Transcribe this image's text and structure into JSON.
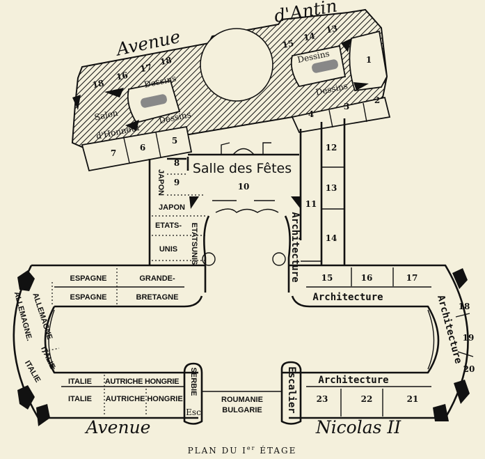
{
  "caption": {
    "main": "PLAN DU I",
    "sup": "er",
    "rest": " ÉTAGE"
  },
  "streets": {
    "top_left": "Avenue",
    "top_right": "d'Antin",
    "bottom_left": "Avenue",
    "bottom_right": "Nicolas II"
  },
  "top_block": {
    "salon": [
      "Salon",
      "d'Honneur"
    ],
    "dessins": "Dessins",
    "rooms_left": [
      "18",
      "16",
      "17",
      "18"
    ],
    "rooms_right": [
      "15",
      "14",
      "13"
    ],
    "rooms_front_left": [
      "7",
      "6",
      "5"
    ],
    "rooms_front_right": [
      "4",
      "3",
      "2"
    ],
    "room_1": "1"
  },
  "center": {
    "hall": "Salle des Fêtes",
    "hall_number": "10",
    "left_rooms": [
      "8",
      "9"
    ],
    "japon": "JAPON",
    "etats": "ETATS-",
    "unis": "UNIS",
    "etats_unis": "ETATSUNIS",
    "architecture": "Architecture",
    "right_rooms": [
      "11",
      "12",
      "13",
      "14"
    ]
  },
  "left_wing": {
    "row1": [
      "ESPAGNE",
      "GRANDE-"
    ],
    "row2": [
      "ESPAGNE",
      "BRETAGNE"
    ],
    "curve_outer": [
      "ALLEMAGNE.",
      "ITALIE"
    ],
    "curve_inner": [
      "ALLEMAGNE",
      "ITALIE"
    ],
    "row3": [
      "ITALIE",
      "AUTRICHE HONGRIE"
    ],
    "row4": [
      "ITALIE",
      "AUTRICHE",
      "HONGRIE"
    ],
    "serbie": "SERBIE",
    "esc": "Esc",
    "balkans": [
      "ROUMANIE",
      "BULGARIE"
    ]
  },
  "right_wing": {
    "top_rooms": [
      "15",
      "16",
      "17"
    ],
    "architecture": "Architecture",
    "curve_rooms": [
      "18",
      "19",
      "20"
    ],
    "bottom_rooms": [
      "23",
      "22",
      "21"
    ],
    "escalier": "Escalier"
  }
}
